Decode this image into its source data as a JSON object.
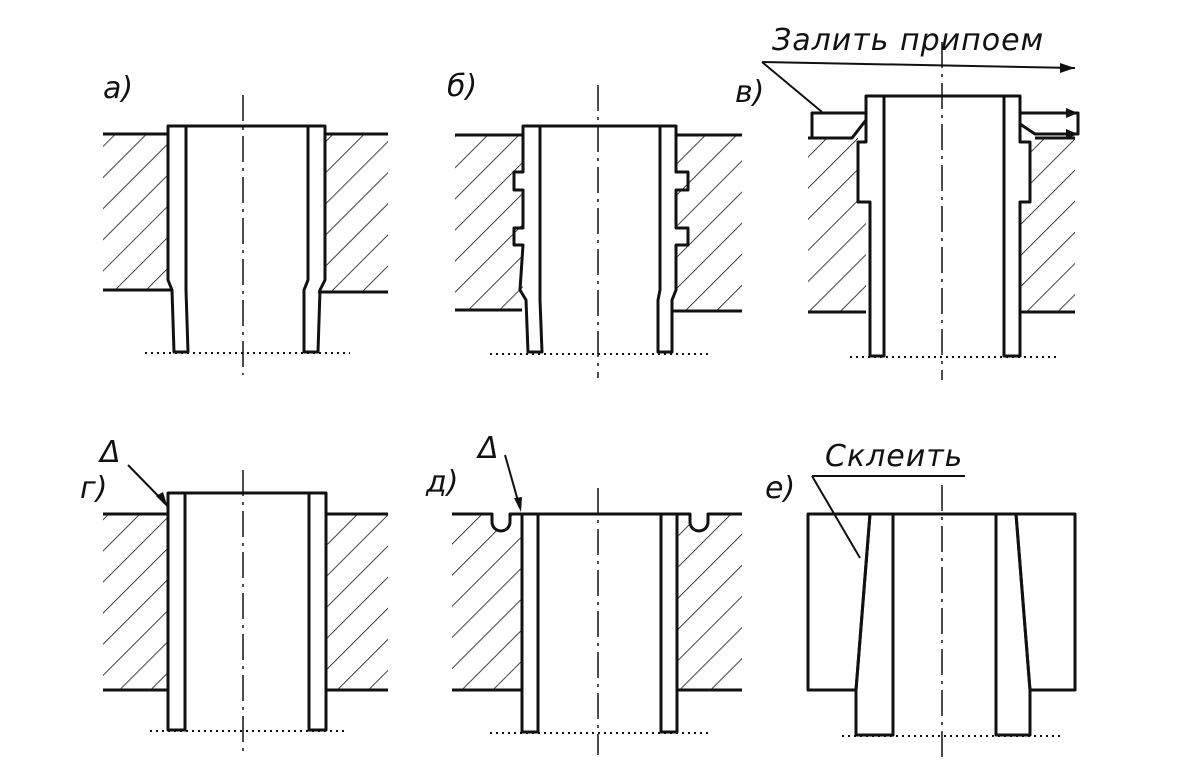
{
  "panels": [
    {
      "id": "a",
      "label": "а)"
    },
    {
      "id": "b",
      "label": "б)"
    },
    {
      "id": "v",
      "label": "в)",
      "note": "Залить припоем"
    },
    {
      "id": "g",
      "label": "г)",
      "mark": "Δ"
    },
    {
      "id": "d",
      "label": "д)",
      "mark": "Δ"
    },
    {
      "id": "e",
      "label": "е)",
      "note": "Склеить"
    }
  ],
  "colors": {
    "ink": "#111111",
    "paper": "#ffffff"
  }
}
